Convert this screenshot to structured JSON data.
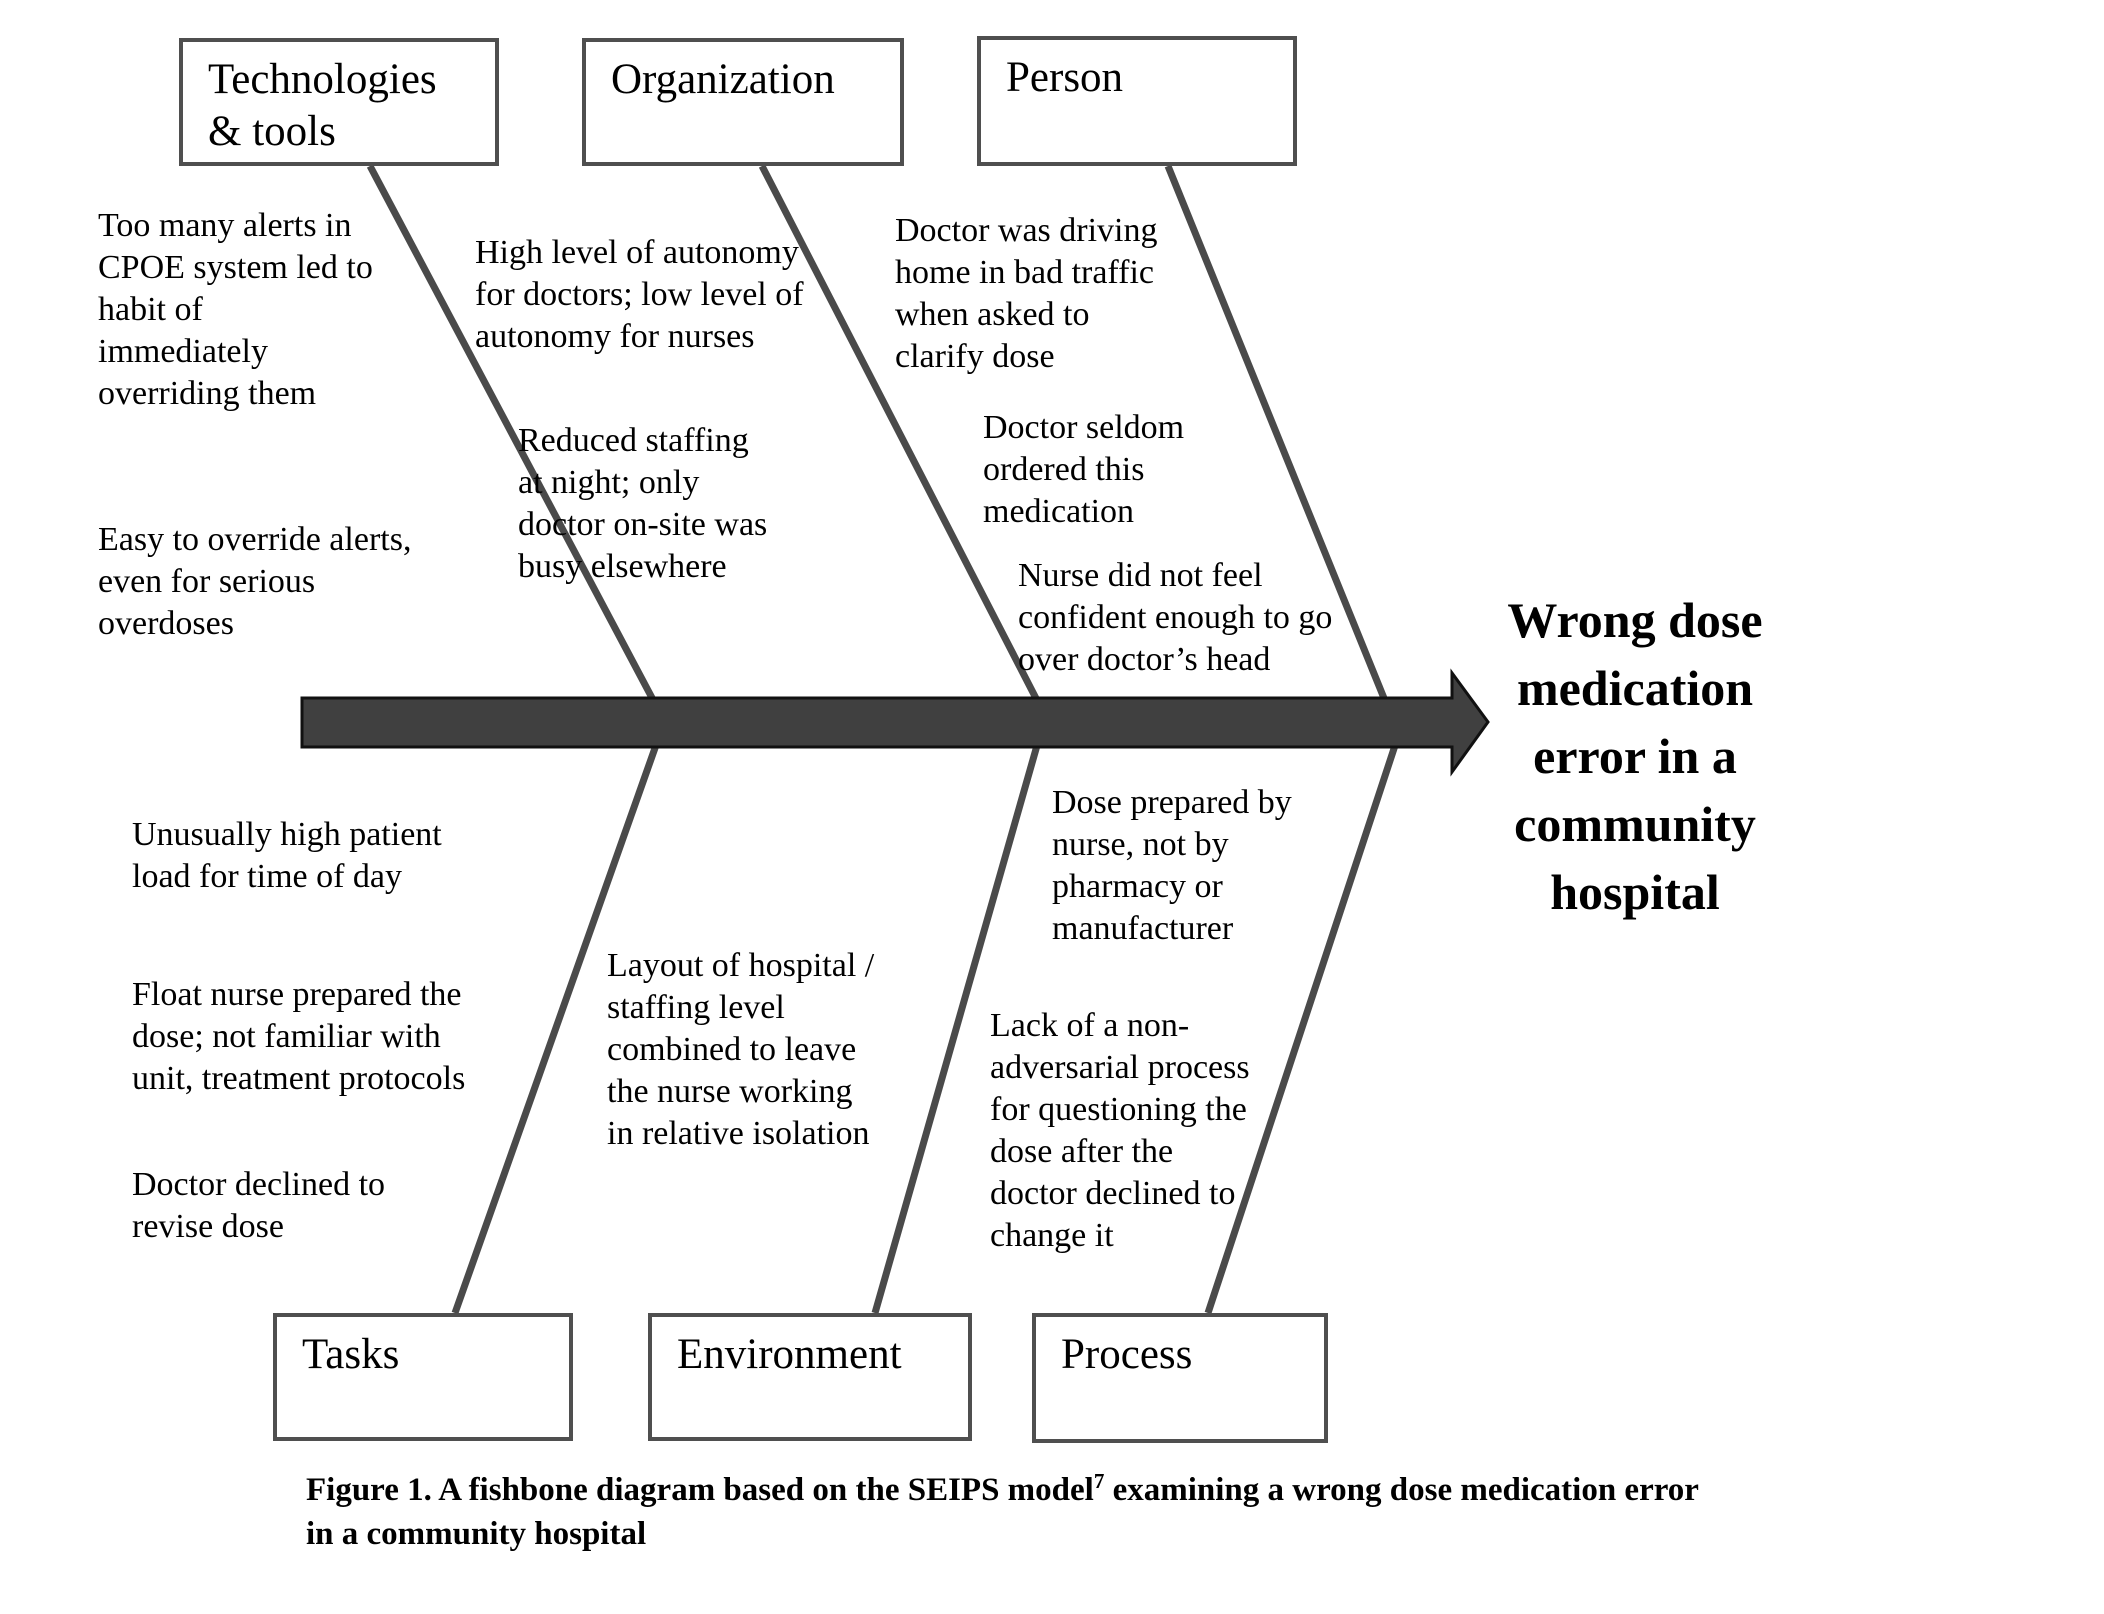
{
  "colors": {
    "background": "#ffffff",
    "bone_line": "#4a4a4a",
    "spine_fill": "#404040",
    "spine_outline": "#111111",
    "box_border": "#4f4f4f",
    "text": "#000000"
  },
  "boxes": {
    "technologies": "Technologies\n& tools",
    "organization": "Organization",
    "person": "Person",
    "tasks": "Tasks",
    "environment": "Environment",
    "process": "Process"
  },
  "causes": {
    "technologies_1": "Too many alerts in\nCPOE system led to\nhabit of\nimmediately\noverriding them",
    "technologies_2": "Easy to override alerts,\neven for serious\noverdoses",
    "organization_1": "High level of autonomy\nfor doctors; low level of\nautonomy for nurses",
    "organization_2": "Reduced staffing\nat night; only\ndoctor on-site was\nbusy elsewhere",
    "person_1": "Doctor was driving\nhome in bad traffic\nwhen asked to\nclarify dose",
    "person_2": "Doctor seldom\nordered this\nmedication",
    "person_3": "Nurse did not feel\nconfident enough to go\nover doctor’s head",
    "tasks_1": "Unusually high patient\nload for time of day",
    "tasks_2": "Float nurse prepared the\ndose; not familiar with\nunit, treatment protocols",
    "tasks_3": "Doctor declined to\nrevise dose",
    "environment_1": "Layout of hospital /\nstaffing level\ncombined to leave\nthe nurse working\nin relative isolation",
    "process_1": "Dose prepared by\nnurse, not by\npharmacy or\nmanufacturer",
    "process_2": "Lack of a non-\nadversarial process\nfor questioning the\ndose after the\ndoctor declined to\nchange it"
  },
  "effect": "Wrong dose\nmedication\nerror in a\ncommunity\nhospital",
  "caption": {
    "line1_before_sup": "Figure 1. A fishbone diagram based on the SEIPS model",
    "superscript": "7",
    "line1_after_sup": "examining a wrong dose medication error",
    "line2": "in a community hospital"
  }
}
